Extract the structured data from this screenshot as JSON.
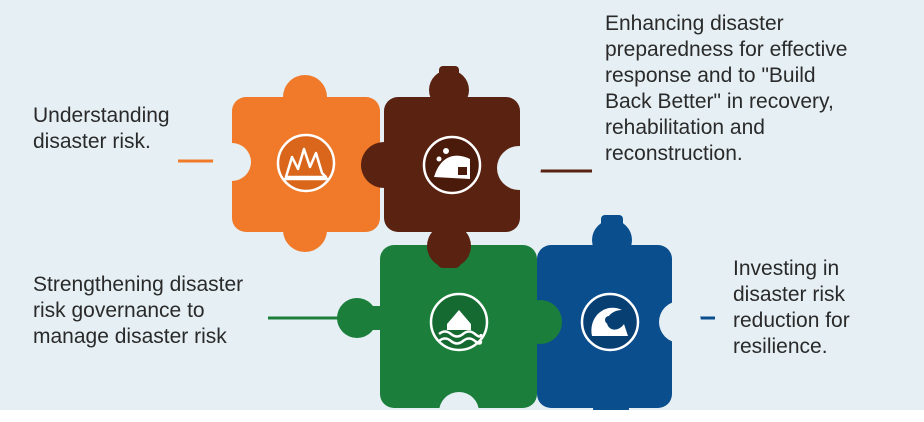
{
  "colors": {
    "background": "#e6f0f4",
    "orange": "#f07a2a",
    "brown": "#5a2210",
    "green": "#1b7f3b",
    "blue": "#0a4e8e",
    "text": "#2a2a2a"
  },
  "pillars": [
    {
      "key": "understanding",
      "text": "Understanding\ndisaster risk.",
      "icon": "wildfire-icon"
    },
    {
      "key": "preparedness",
      "text": "Enhancing disaster\npreparedness  for effective\nresponse and to \"Build\nBack Better\" in recovery,\nrehabilitation and\nreconstruction.",
      "icon": "landslide-icon"
    },
    {
      "key": "governance",
      "text": "Strengthening disaster\nrisk governance  to\nmanage disaster risk",
      "icon": "flood-icon"
    },
    {
      "key": "investing",
      "text": "Investing  in\ndisaster risk\nreduction for\nresilience.",
      "icon": "tsunami-icon"
    }
  ]
}
